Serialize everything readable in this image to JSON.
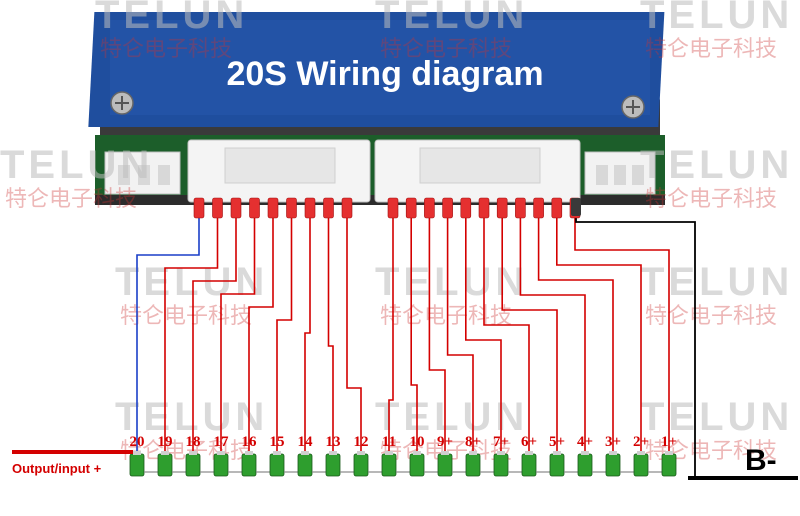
{
  "title": "20S Wiring diagram",
  "output_label": "Output/input +",
  "bminus_label": "B-",
  "cell_labels": [
    "20",
    "19",
    "18",
    "17",
    "16",
    "15",
    "14",
    "13",
    "12",
    "11",
    "10",
    "9+",
    "8+",
    "7+",
    "6+",
    "5+",
    "4+",
    "3+",
    "2+",
    "1+"
  ],
  "watermark": {
    "brand": "TELUN",
    "company": "特仑电子科技"
  },
  "colors": {
    "board": "#1f4e9e",
    "wire_red": "#d40000",
    "wire_blue": "#1a3fc8",
    "cell_green": "#2e9e2e",
    "connector": "#f2f2f2"
  }
}
